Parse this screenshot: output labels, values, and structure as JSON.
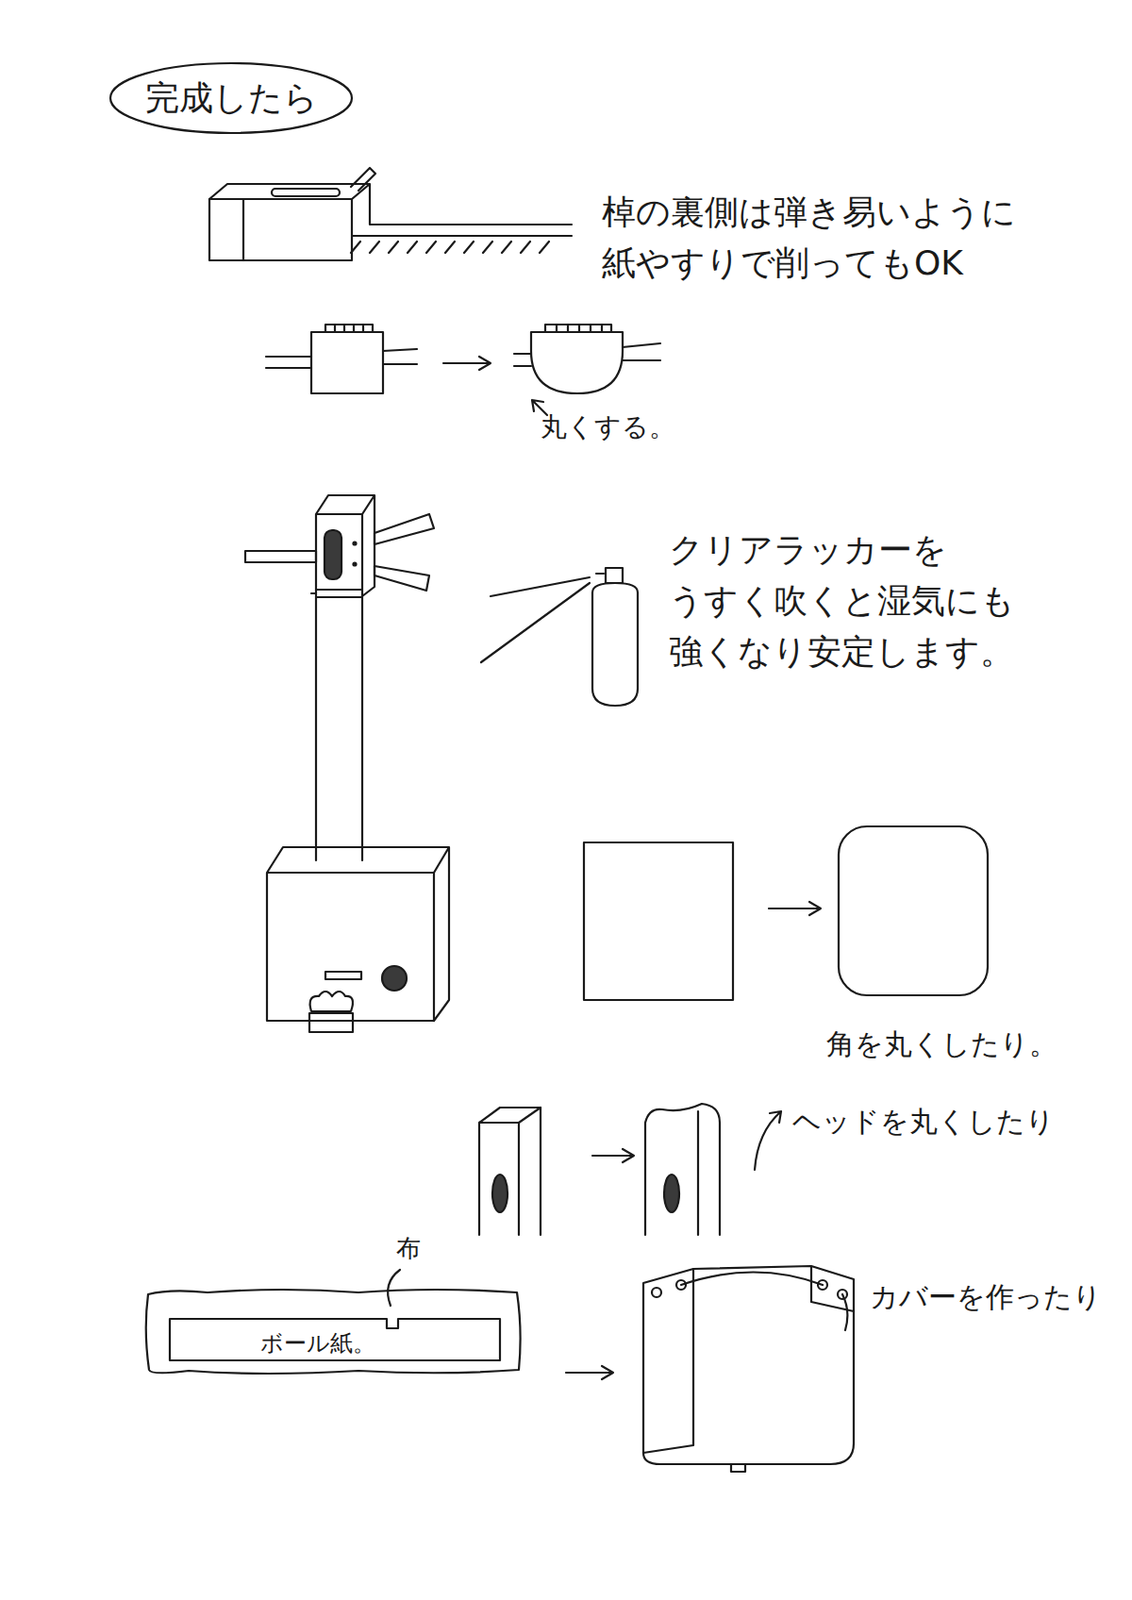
{
  "diagram": {
    "title": "完成したら",
    "labels": [
      "棹の裏側は弾き易いように 紙やすりで削ってもOK",
      "丸くする。",
      "クリアラッカーを うすく吹くと湿気にも 強くなり安定します。",
      "角を丸くしたり。",
      "ヘッドを丸くしたり",
      "布",
      "ボール紙。",
      "カバーを作ったり"
    ]
  }
}
